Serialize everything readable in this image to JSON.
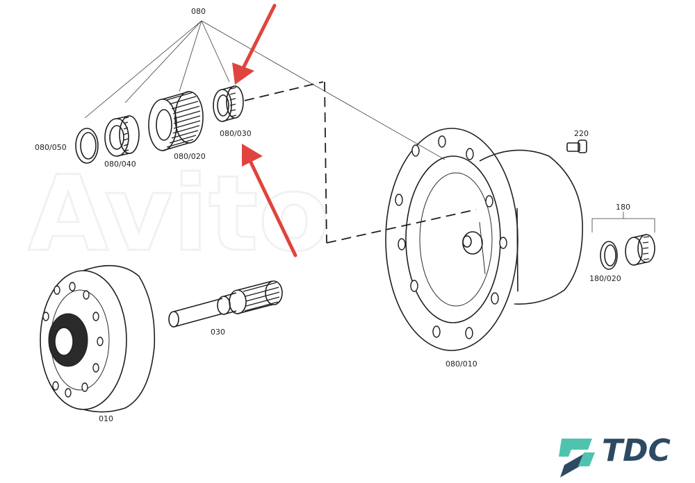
{
  "labels": {
    "group": "080",
    "ring_080_050": "080/050",
    "bearing_080_040": "080/040",
    "gear_080_020": "080/020",
    "bearing_080_030": "080/030",
    "housing_080_010": "080/010",
    "shaft": "030",
    "hub": "010",
    "bolt": "220",
    "plug_group": "180",
    "plug_ring": "180/020"
  },
  "watermark": "Avito",
  "brand": {
    "name": "TDC",
    "accent_color": "#4fc3b0",
    "text_color": "#2d4a62"
  },
  "colors": {
    "arrow": "#e0443e",
    "ink": "#1e1e1e"
  }
}
